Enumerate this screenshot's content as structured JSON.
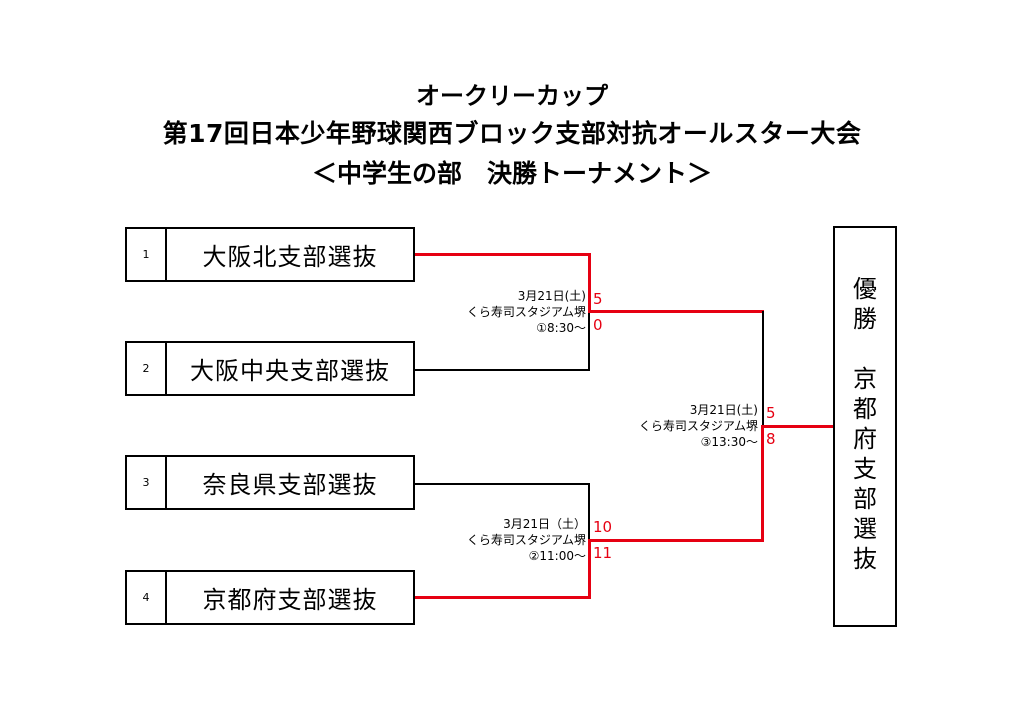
{
  "title": {
    "line1": "オークリーカップ",
    "line2": "第17回日本少年野球関西ブロック支部対抗オールスター大会",
    "line3": "＜中学生の部　決勝トーナメント＞"
  },
  "teams": [
    {
      "seed": "1",
      "name": "大阪北支部選抜"
    },
    {
      "seed": "2",
      "name": "大阪中央支部選抜"
    },
    {
      "seed": "3",
      "name": "奈良県支部選抜"
    },
    {
      "seed": "4",
      "name": "京都府支部選抜"
    }
  ],
  "matches": [
    {
      "date": "3月21日(土)",
      "venue": "くら寿司スタジアム堺",
      "slot": "①8:30～",
      "score_top": "5",
      "score_bottom": "0"
    },
    {
      "date": "3月21日（土）",
      "venue": "くら寿司スタジアム堺",
      "slot": "②11:00～",
      "score_top": "10",
      "score_bottom": "11"
    },
    {
      "date": "3月21日(土)",
      "venue": "くら寿司スタジアム堺",
      "slot": "③13:30～",
      "score_top": "5",
      "score_bottom": "8"
    }
  ],
  "champion": {
    "label_chars": [
      "優",
      "勝"
    ],
    "team_chars": [
      "京",
      "都",
      "府",
      "支",
      "部",
      "選",
      "抜"
    ]
  },
  "colors": {
    "winner_line": "#e60012",
    "loser_line": "#000000"
  }
}
